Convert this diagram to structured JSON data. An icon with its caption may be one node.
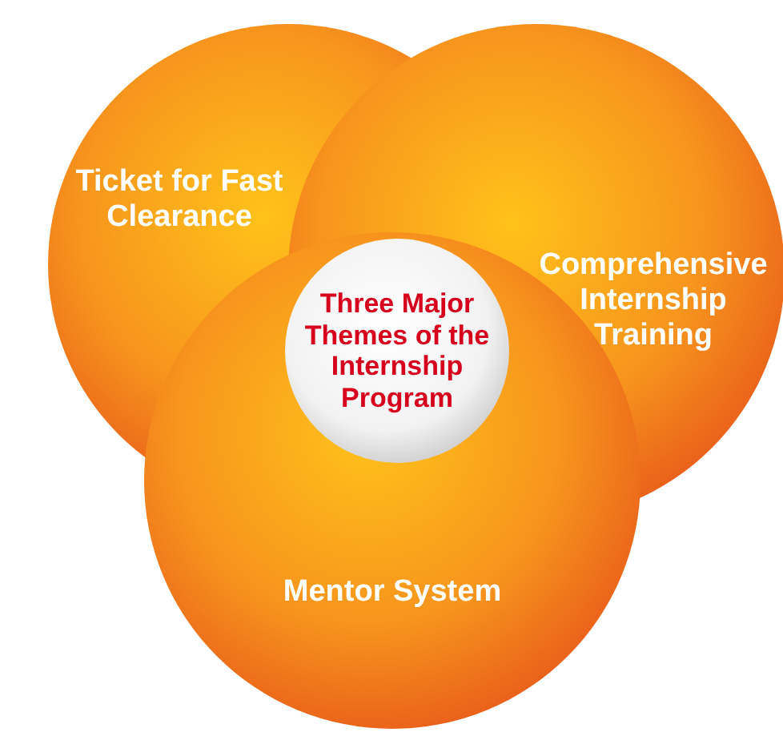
{
  "diagram": {
    "nodes": [
      {
        "text": [
          "Ticket for Fast Clearance"
        ]
      },
      {
        "text": [
          "Comprehensive Internship Training"
        ]
      },
      {
        "text": [
          "Three Major Themes of the Internship Program"
        ]
      },
      {
        "text": [
          "Mentor System"
        ]
      }
    ]
  }
}
